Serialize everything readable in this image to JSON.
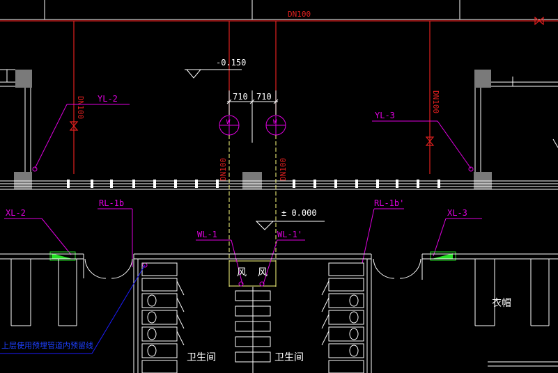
{
  "colors": {
    "background": "#000000",
    "wall": "#ffffff",
    "grey_fill": "#7a7a7a",
    "red_pipe": "#e0201f",
    "magenta_label": "#e000e0",
    "yellow_pipe": "#ffff80",
    "blue_leader": "#1c1cff",
    "green_fill": "#25e025",
    "blue_text": "#1e40ff"
  },
  "labels": {
    "dn100_top": "DN100",
    "dn100_left": "DN100",
    "dn100_right": "DN100",
    "dn100_mid_left": "DN100",
    "dn100_mid_right": "DN100",
    "elev_top": "-0.150",
    "elev_mid": "± 0.000",
    "dim_left": "710",
    "dim_right": "710",
    "yl2": "YL-2",
    "yl3": "YL-3",
    "xl2": "XL-2",
    "xl3": "XL-3",
    "rl1b": "RL-1b",
    "rl1b_prime": "RL-1b'",
    "wl1": "WL-1",
    "wl1_prime": "WL-1'",
    "w_symbol": "W",
    "shaft_left": "风",
    "shaft_right": "风",
    "toilet_left": "卫生间",
    "toilet_right": "卫生间",
    "cloakroom": "衣帽",
    "note_blue": "上层使用预埋管道内预留线"
  }
}
